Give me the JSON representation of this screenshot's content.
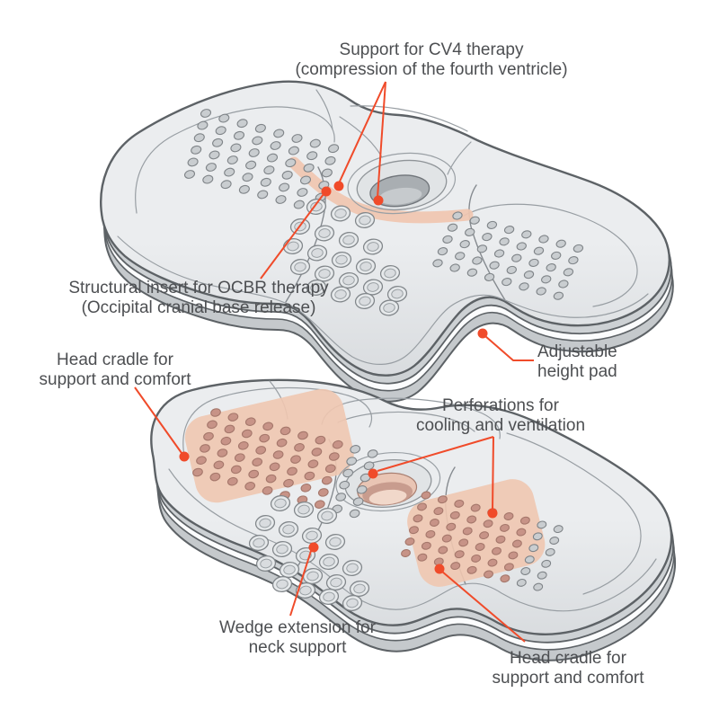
{
  "figure": {
    "title": "Therapeutic cervical pillow annotated diagram, two 3/4 views",
    "colors": {
      "text_color": "#4d4f52",
      "leader_color": "#f04b2a",
      "highlight_color": "#f0c6b0",
      "body_color": "#eaecee",
      "outline_color": "#5d6266"
    }
  },
  "labels": {
    "cv4": {
      "line1": "Support for CV4 therapy",
      "line2": "(compression of the fourth ventricle)"
    },
    "ocbr": {
      "line1": "Structural insert for OCBR therapy",
      "line2": "(Occipital cranial base release)"
    },
    "height_pad": {
      "line1": "Adjustable",
      "line2": "height pad"
    },
    "cradle_top": {
      "line1": "Head cradle for",
      "line2": "support and comfort"
    },
    "perforations": {
      "line1": "Perforations for",
      "line2": "cooling and ventilation"
    },
    "wedge": {
      "line1": "Wedge extension for",
      "line2": "neck support"
    },
    "cradle_bottom": {
      "line1": "Head cradle for",
      "line2": "support and comfort"
    }
  }
}
